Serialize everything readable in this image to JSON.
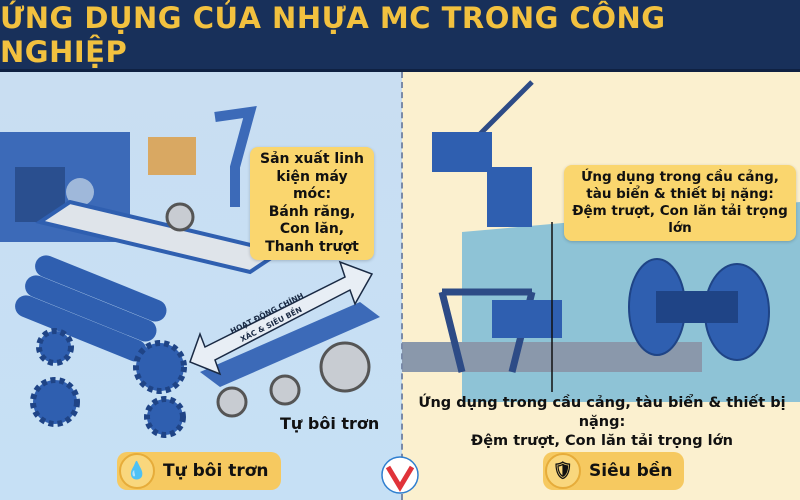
{
  "header": {
    "title": "ỨNG DỤNG CỦA NHỰA MC TRONG CÔNG NGHIỆP"
  },
  "left": {
    "callout": {
      "line1": "Sản xuất linh",
      "line2": "kiện máy móc:",
      "line3": "Bánh răng,",
      "line4": "Con lăn,",
      "line5": "Thanh trượt"
    },
    "arrow_label": {
      "line1": "HOẠT ĐỘNG CHÍNH",
      "line2": "XÁC & SIÊU BỀN"
    },
    "caption": "Tự bôi trơn",
    "badge": {
      "label": "Tự bôi trơn",
      "icon": "water-drop-icon"
    }
  },
  "right": {
    "callout": {
      "line1": "Ứng dụng trong cầu cảng,",
      "line2": "tàu biển & thiết bị nặng:",
      "line3": "Đệm trượt, Con lăn tải trọng lớn"
    },
    "caption": {
      "line1": "Ứng dụng trong cầu cảng, tàu biển & thiết bị nặng:",
      "line2": "Đệm trượt, Con lăn tải trọng lớn"
    },
    "badge": {
      "label": "Siêu bền",
      "icon": "shield-check-icon"
    }
  },
  "colors": {
    "header": "#18305a",
    "title": "#f2c13f",
    "left_bg": "#c9def2",
    "right_bg": "#fbf0cf",
    "accent_blue": "#2f5fb0",
    "callout": "#fad66e"
  },
  "logo": {
    "mark": "V"
  }
}
